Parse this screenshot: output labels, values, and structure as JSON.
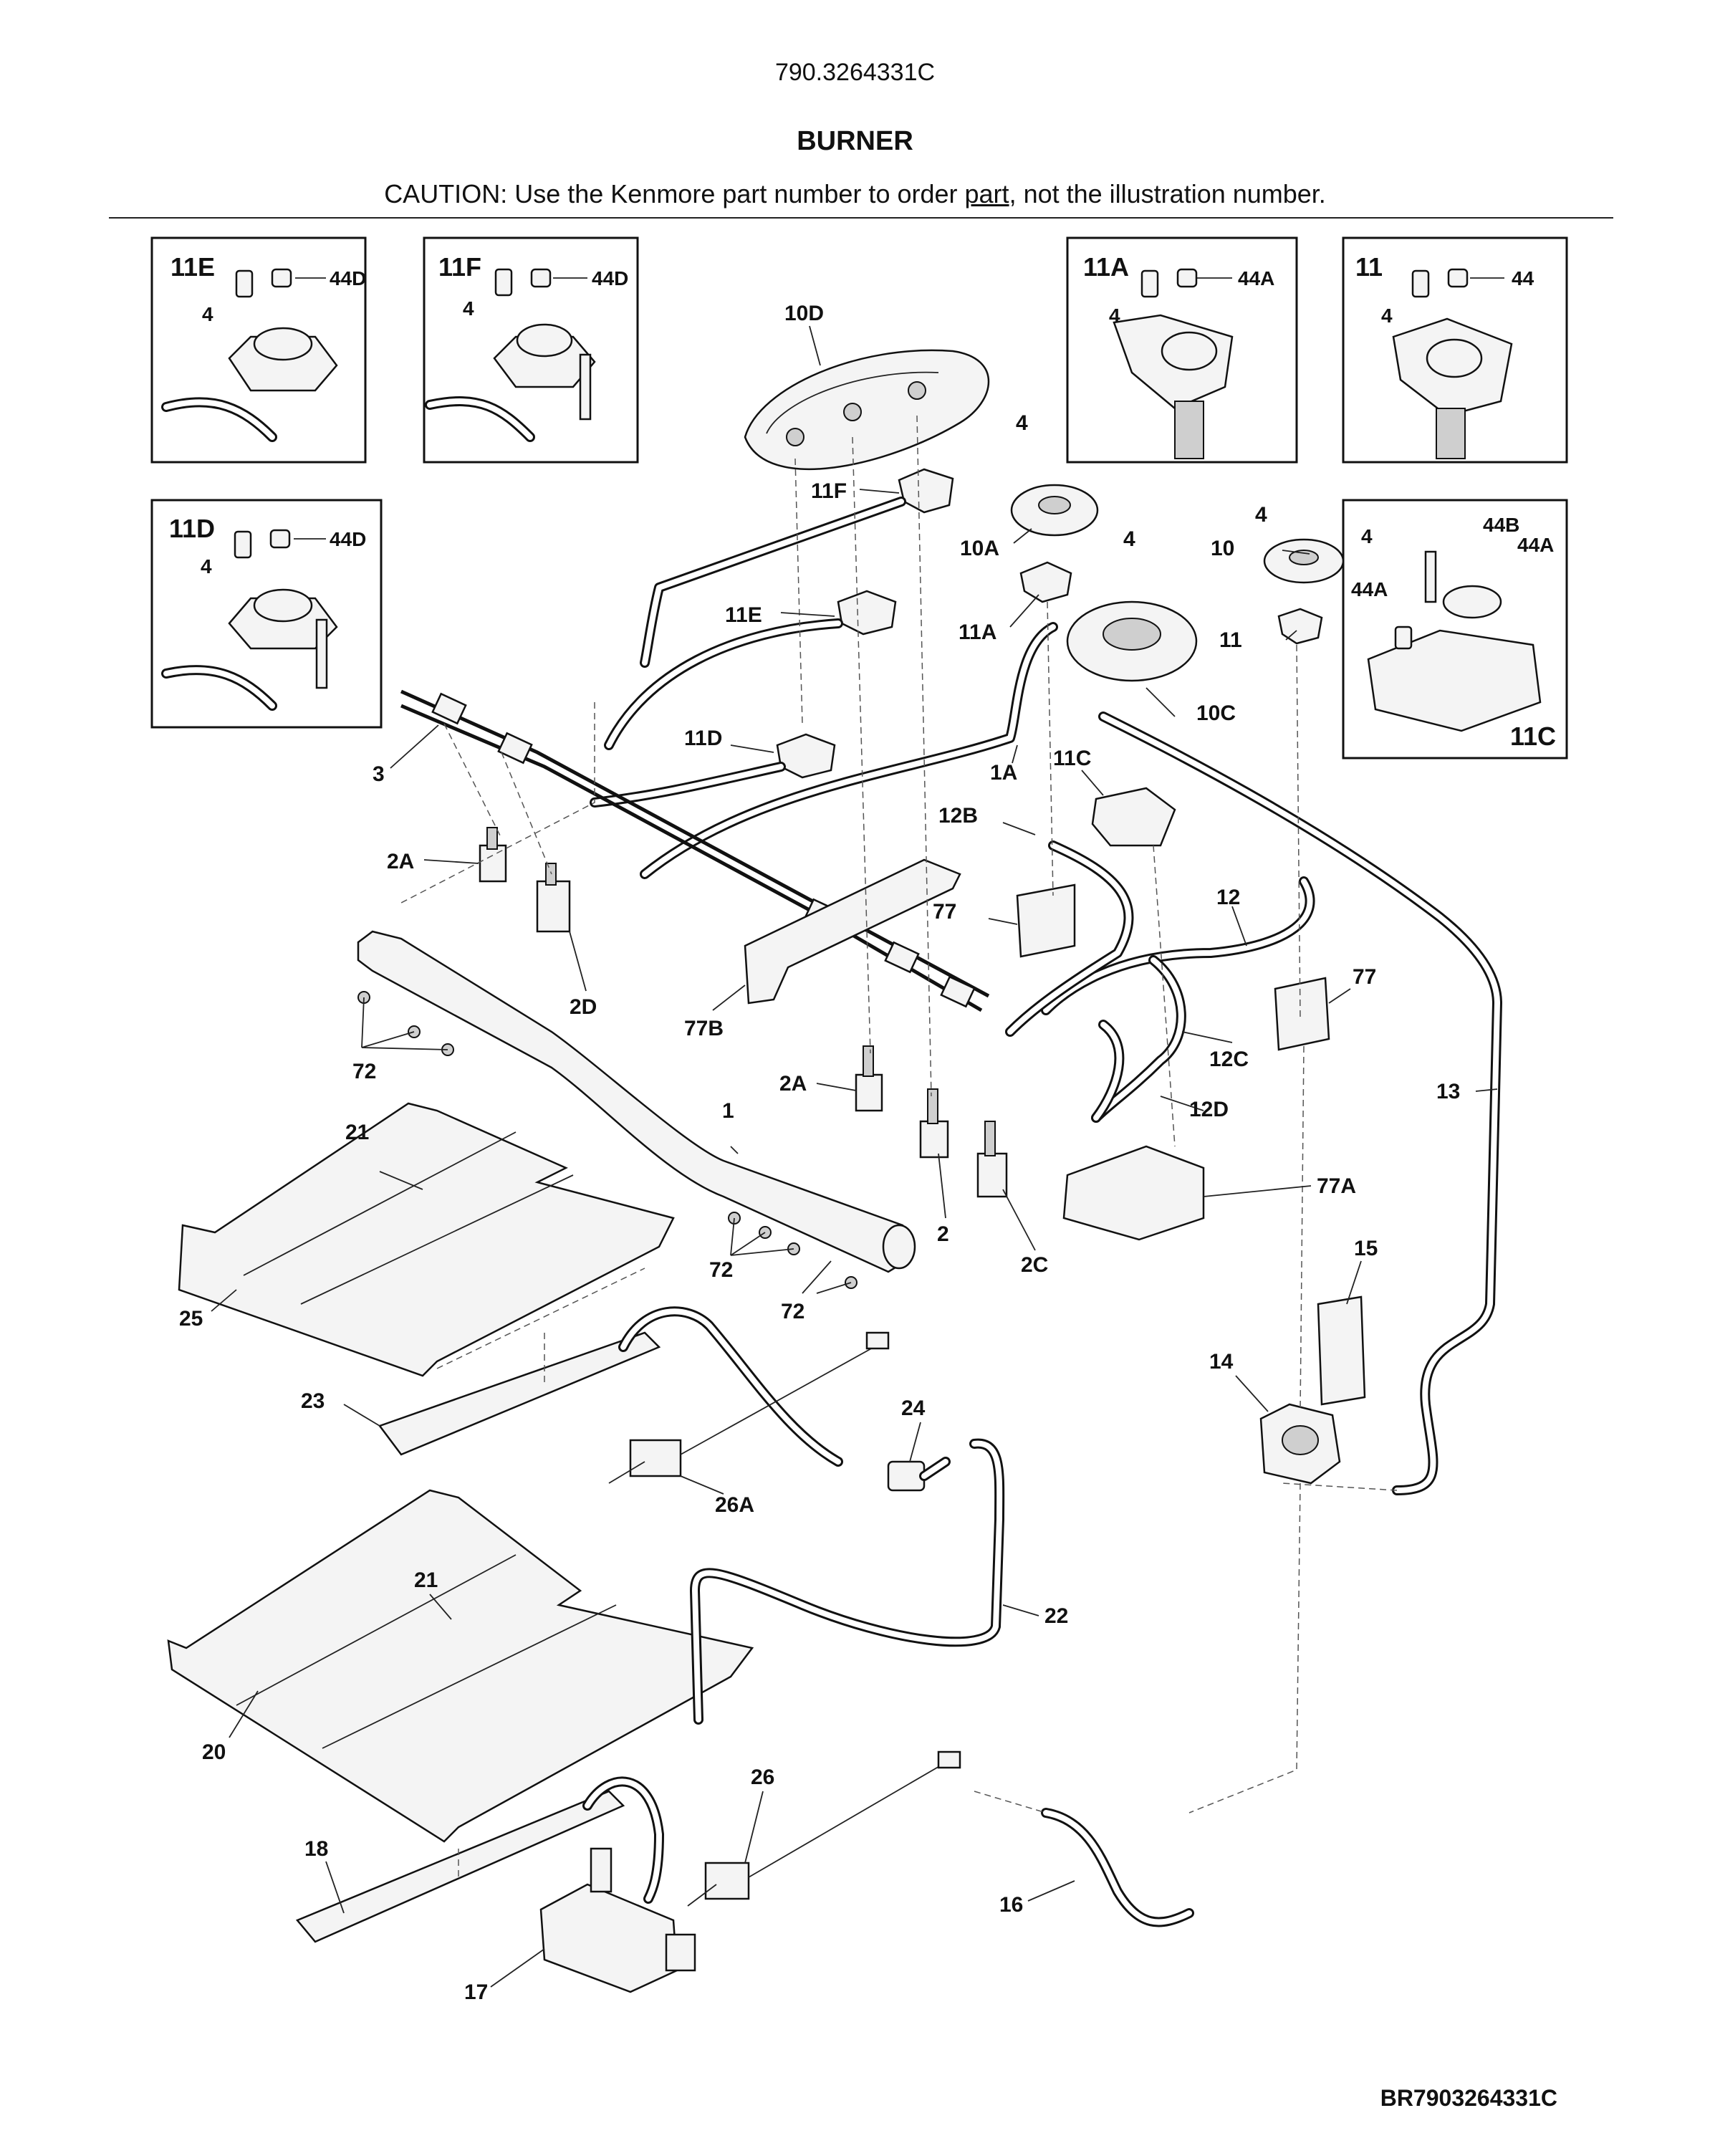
{
  "header": {
    "model": "790.3264331C",
    "title": "BURNER",
    "caution_before": "CAUTION: Use the Kenmore part number to order ",
    "caution_link": "part",
    "caution_after": ", not the illustration number."
  },
  "footer": {
    "code": "BR7903264331C"
  },
  "insets": {
    "11E": {
      "label": "11E",
      "screw": "4",
      "cap": "44D"
    },
    "11F": {
      "label": "11F",
      "screw": "4",
      "cap": "44D"
    },
    "11A": {
      "label": "11A",
      "screw": "4",
      "cap": "44A"
    },
    "11": {
      "label": "11",
      "screw": "4",
      "cap": "44"
    },
    "11D": {
      "label": "11D",
      "screw": "4",
      "cap": "44D"
    },
    "11C": {
      "label": "11C",
      "screw": "4",
      "cap_b": "44B",
      "cap_a": "44A",
      "cap_a2": "44A"
    }
  },
  "callouts": {
    "c10D": "10D",
    "c4a": "4",
    "c11F": "11F",
    "c10A": "10A",
    "c11E": "11E",
    "c11A": "11A",
    "c4b": "4",
    "c10": "10",
    "c4c": "4",
    "c11": "11",
    "c10C": "10C",
    "c11D": "11D",
    "c1A": "1A",
    "c11C": "11C",
    "c3": "3",
    "c12B": "12B",
    "c2A": "2A",
    "c12": "12",
    "c77": "77",
    "c77r": "77",
    "c2D": "2D",
    "c77B": "77B",
    "c12C": "12C",
    "c72a": "72",
    "c2A2": "2A",
    "c1": "1",
    "c12D": "12D",
    "c13": "13",
    "c21": "21",
    "c2": "2",
    "c77A": "77A",
    "c2C": "2C",
    "c72b": "72",
    "c72c": "72",
    "c25": "25",
    "c15": "15",
    "c14": "14",
    "c23": "23",
    "c24": "24",
    "c26A": "26A",
    "c21b": "21",
    "c22": "22",
    "c20": "20",
    "c26": "26",
    "c18": "18",
    "c16": "16",
    "c17": "17"
  }
}
